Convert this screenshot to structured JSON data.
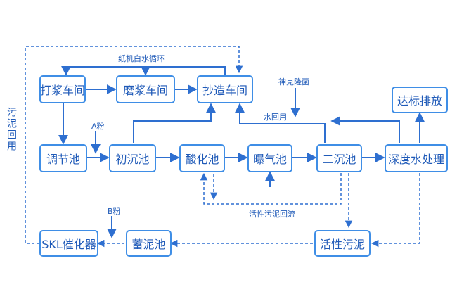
{
  "nodes": {
    "beating": "打浆车间",
    "grinding": "磨浆车间",
    "papermaking": "抄造车间",
    "regulating": "调节池",
    "primary": "初沉池",
    "acidify": "酸化池",
    "aeration": "曝气池",
    "secondary": "二沉池",
    "advanced": "深度水处理",
    "discharge": "达标排放",
    "skl": "SKL催化器",
    "sludge_tank": "蓄泥池",
    "activated": "活性污泥"
  },
  "labels": {
    "whitewater": "纸机白水循环",
    "shenke": "神克隆菌",
    "reuse": "水回用",
    "a_powder": "A粉",
    "b_powder": "B粉",
    "sludge_return": "活性污泥回流",
    "sludge_reuse": "污泥回用"
  },
  "colors": {
    "line": "#2e6fd0",
    "box_border": "#3f8ee6",
    "text": "#1f5ab8"
  }
}
